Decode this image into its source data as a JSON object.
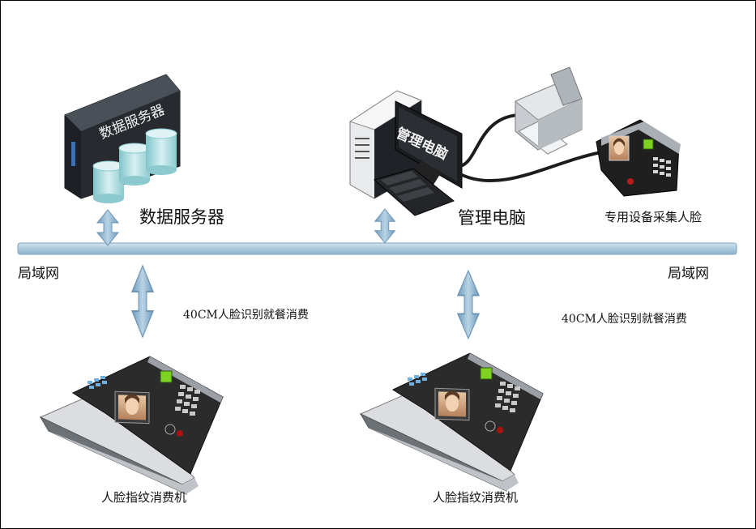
{
  "labels": {
    "data_server": "数据服务器",
    "data_server_panel": "数据服务器",
    "management_pc": "管理电脑",
    "management_pc_screen": "管理电脑",
    "capture_device": "专用设备采集人脸",
    "lan_left": "局域网",
    "lan_right": "局域网",
    "link_left": "40CM人脸识别就餐消费",
    "link_right": "40CM人脸识别就餐消费",
    "terminal_left": "人脸指纹消费机",
    "terminal_right": "人脸指纹消费机"
  },
  "colors": {
    "network_bar": "#a9c8dd",
    "arrow": "#8fb3cd",
    "server_body": "#2f343a",
    "database": "#a9d6da",
    "terminal_body": "#2b2b2b"
  }
}
